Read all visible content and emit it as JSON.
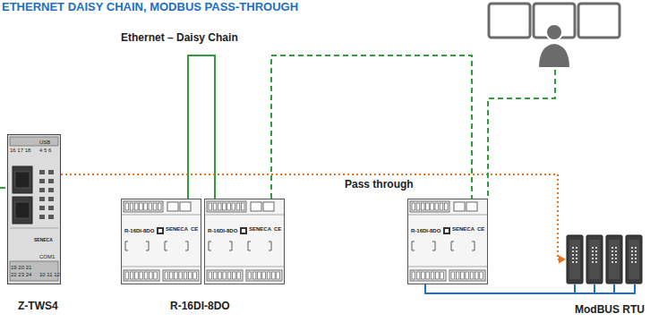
{
  "diagram": {
    "title": "ETHERNET DAISY CHAIN, MODBUS PASS-THROUGH",
    "nodes": [
      {
        "text": [
          "Z-TWS4"
        ]
      },
      {
        "text": [
          "R-16DI-8DO"
        ]
      },
      {
        "text": [
          "R-16DI-8DO"
        ]
      },
      {
        "text": [
          "R-16DI-8DO"
        ]
      },
      {
        "text": [
          "ModBUS RTU"
        ]
      }
    ],
    "edges": [
      {
        "from": 1,
        "to": 2,
        "arrow": "none"
      },
      {
        "from": 2,
        "to": 3,
        "arrow": "none"
      },
      {
        "from": 0,
        "to": 4,
        "arrow": "to"
      },
      {
        "from": 3,
        "to": 4,
        "arrow": "none"
      }
    ],
    "labels": [
      "Ethernet – Daisy Chain",
      "Pass through",
      "R-16DI-8DO",
      "USB",
      "16 17 18",
      "4 5 6",
      "19 20 21",
      "22 23 24",
      "COM1",
      "10 11 12",
      "SENECA",
      "SENECA",
      "SENECA",
      "SENECA",
      "CE",
      "CE",
      "CE"
    ]
  }
}
